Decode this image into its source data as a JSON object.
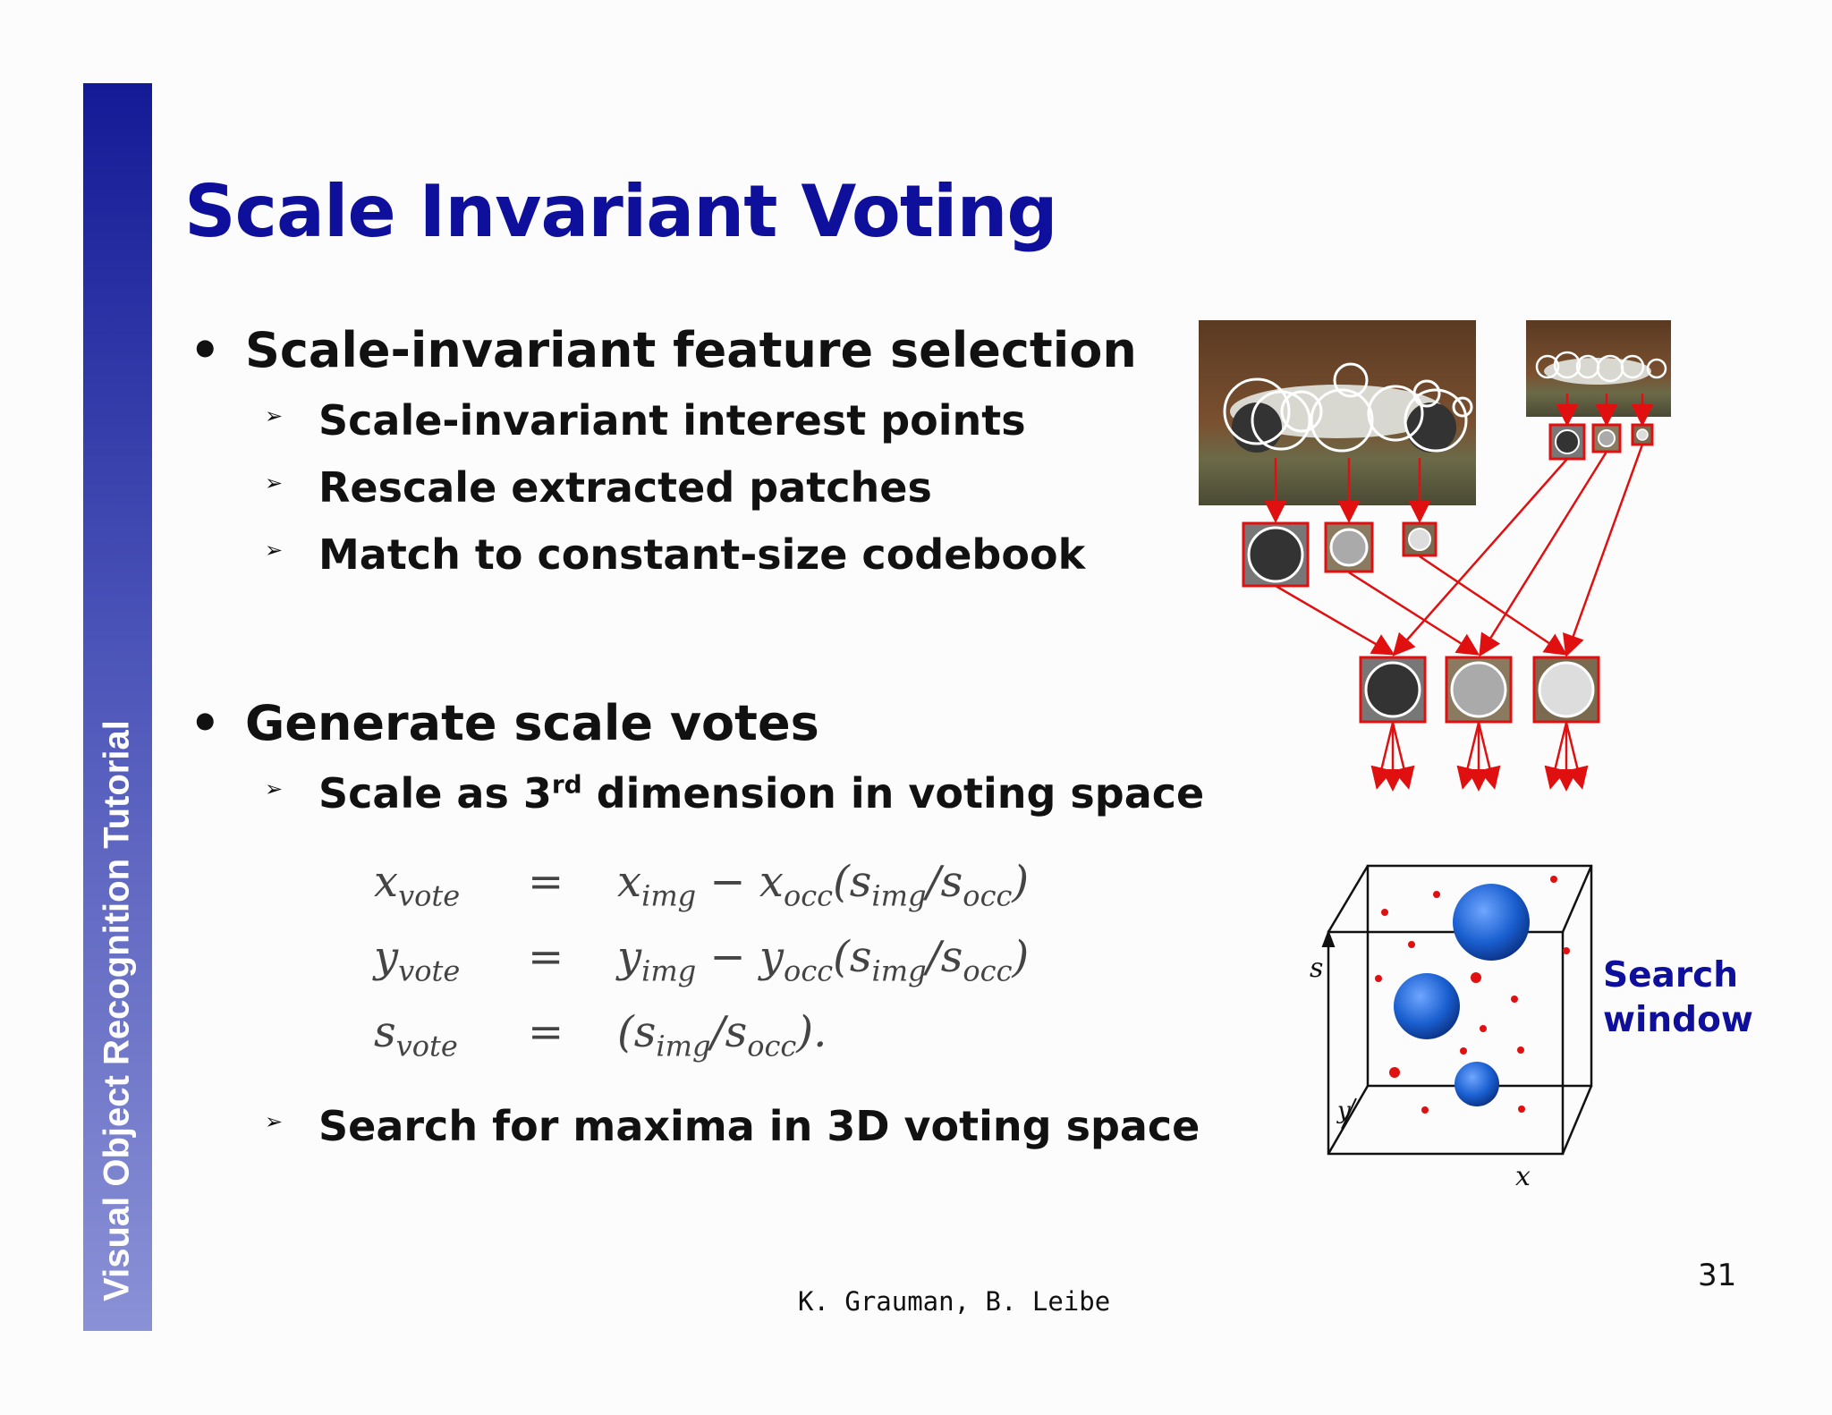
{
  "sidebar": {
    "text": "Visual Object Recognition Tutorial",
    "color": "#141a96"
  },
  "slide": {
    "title": "Scale Invariant Voting",
    "bullets": [
      {
        "marker": "•",
        "label": "Scale-invariant feature selection",
        "subitems": [
          "Scale-invariant interest points",
          "Rescale extracted patches",
          "Match to constant-size codebook"
        ]
      },
      {
        "marker": "•",
        "label": "Generate scale votes",
        "subitems": [
          {
            "pre": "Scale as 3",
            "sup": "rd",
            "post": " dimension in voting space"
          },
          "Search for maxima in 3D voting space"
        ]
      }
    ],
    "sub_marker": "➢",
    "equations": [
      {
        "lhs": "x",
        "lhs_sub": "vote",
        "eq": "=",
        "rhs": "x<sub>img</sub> − x<sub>occ</sub>(s<sub>img</sub>/s<sub>occ</sub>)"
      },
      {
        "lhs": "y",
        "lhs_sub": "vote",
        "eq": "=",
        "rhs": "y<sub>img</sub> − y<sub>occ</sub>(s<sub>img</sub>/s<sub>occ</sub>)"
      },
      {
        "lhs": "s",
        "lhs_sub": "vote",
        "eq": "=",
        "rhs": "(s<sub>img</sub>/s<sub>occ</sub>)."
      }
    ],
    "figure": {
      "search_window_line1": "Search",
      "search_window_line2": "window",
      "axis_s": "s",
      "axis_x": "x",
      "axis_y": "y",
      "arrow_color": "#e01010",
      "sphere_color": "#1a5fd0"
    },
    "author": "K. Grauman, B. Leibe",
    "page_number": "31"
  }
}
